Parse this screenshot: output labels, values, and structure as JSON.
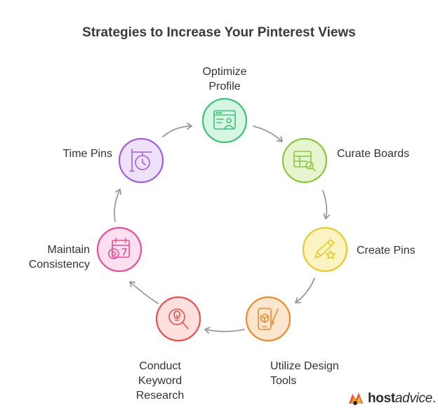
{
  "title": "Strategies to Increase Your Pinterest Views",
  "steps": [
    {
      "label": "Optimize\nProfile",
      "icon": "profile-window-icon",
      "fill": "#d6f5e3",
      "stroke": "#3fc37a"
    },
    {
      "label": "Curate Boards",
      "icon": "table-search-icon",
      "fill": "#e6f4cf",
      "stroke": "#8cc63f"
    },
    {
      "label": "Create Pins",
      "icon": "pencil-star-icon",
      "fill": "#fbf3c2",
      "stroke": "#e9c92c"
    },
    {
      "label": "Utilize Design\nTools",
      "icon": "phone-brush-icon",
      "fill": "#fde6cf",
      "stroke": "#f08a2c"
    },
    {
      "label": "Conduct\nKeyword\nResearch",
      "icon": "magnify-idea-icon",
      "fill": "#fde0de",
      "stroke": "#e8514f"
    },
    {
      "label": "Maintain\nConsistency",
      "icon": "calendar-gear-icon",
      "fill": "#fde0ef",
      "stroke": "#e54f9b"
    },
    {
      "label": "Time Pins",
      "icon": "clock-sign-icon",
      "fill": "#eee2fb",
      "stroke": "#a35ee0"
    }
  ],
  "arrow_color": "#9a9a9a",
  "brand": {
    "name_bold": "host",
    "name_rest": "advice",
    "suffix": "."
  }
}
